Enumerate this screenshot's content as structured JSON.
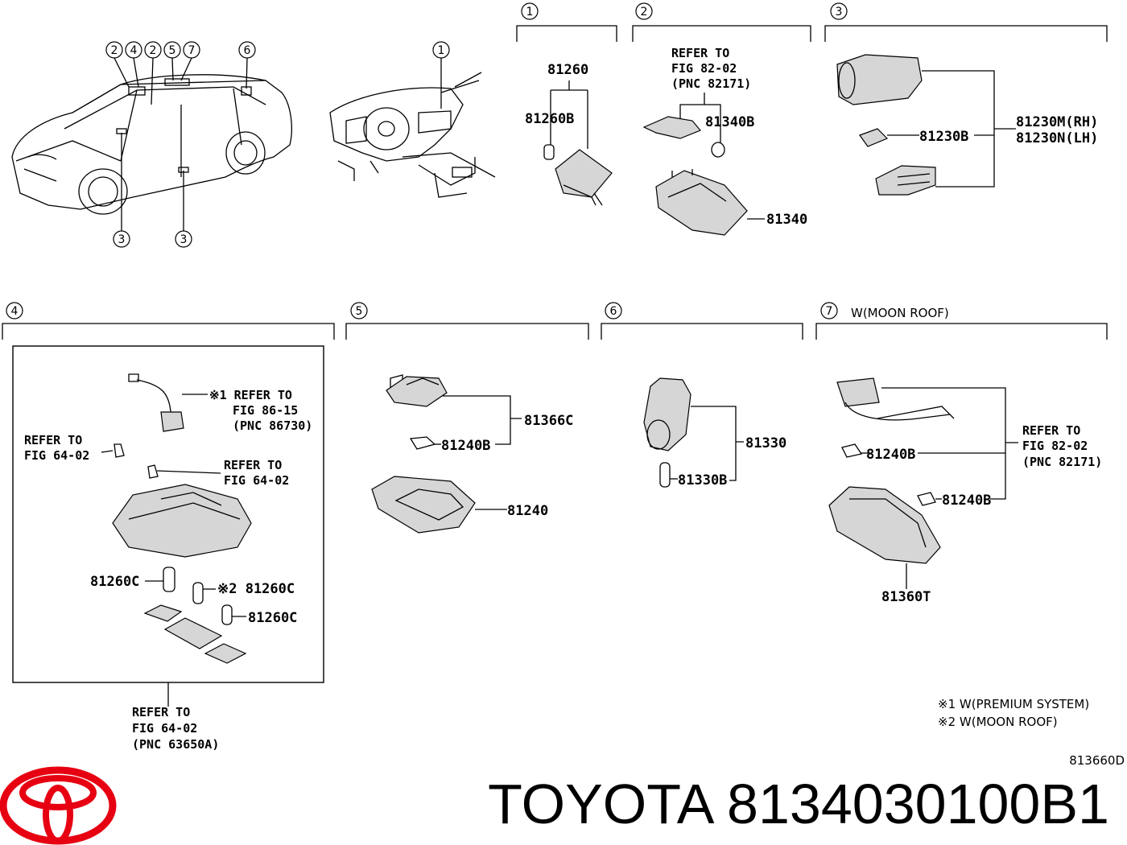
{
  "top_sections": {
    "s1": {
      "num": "1",
      "labels": {
        "a": "81260",
        "b": "81260B"
      }
    },
    "s2": {
      "num": "2",
      "refer": [
        "REFER TO",
        "FIG 82-02",
        "(PNC 82171)"
      ],
      "labels": {
        "a": "81340B",
        "b": "81340"
      }
    },
    "s3": {
      "num": "3",
      "labels": {
        "a": "81230B",
        "b": "81230M(RH)",
        "c": "81230N(LH)"
      }
    }
  },
  "car_callouts": {
    "top": [
      "2",
      "4",
      "2",
      "5",
      "7",
      "6"
    ],
    "bottom": [
      "3",
      "3"
    ],
    "dash": "1"
  },
  "bottom_sections": {
    "s4": {
      "num": "4",
      "note1": [
        "※1 REFER TO",
        "FIG 86-15",
        "(PNC 86730)"
      ],
      "refer_left": [
        "REFER TO",
        "FIG 64-02"
      ],
      "refer_right": [
        "REFER TO",
        "FIG 64-02"
      ],
      "labels": {
        "a": "81260C",
        "b": "※2 81260C",
        "c": "81260C"
      },
      "refer_below": [
        "REFER TO",
        "FIG 64-02",
        "(PNC 63650A)"
      ]
    },
    "s5": {
      "num": "5",
      "labels": {
        "a": "81366C",
        "b": "81240B",
        "c": "81240"
      }
    },
    "s6": {
      "num": "6",
      "labels": {
        "a": "81330",
        "b": "81330B"
      }
    },
    "s7": {
      "num": "7",
      "title": "W(MOON ROOF)",
      "refer": [
        "REFER TO",
        "FIG 82-02",
        "(PNC 82171)"
      ],
      "labels": {
        "a": "81240B",
        "b": "81240B",
        "c": "81360T"
      }
    }
  },
  "footnotes": [
    "※1 W(PREMIUM SYSTEM)",
    "※2 W(MOON ROOF)"
  ],
  "diagram_code": "813660D",
  "brand": {
    "text": "TOYOTA 8134030100B1",
    "logo": "toyota-logo",
    "color": "#e60012"
  }
}
